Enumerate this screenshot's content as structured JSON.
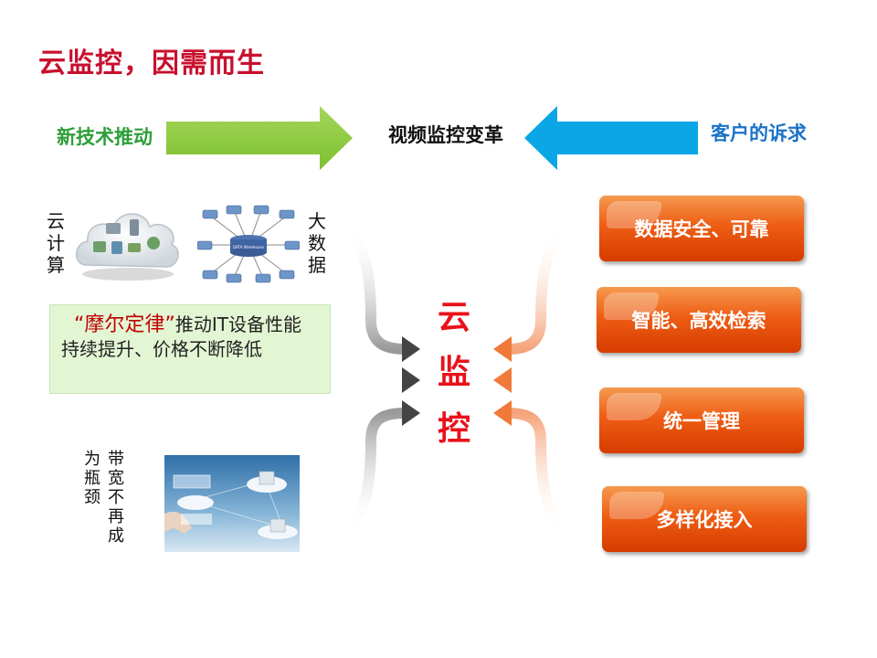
{
  "title": "云监控，因需而生",
  "arrows": {
    "left_label": "新技术推动",
    "center_label": "视频监控变革",
    "right_label": "客户的诉求",
    "left_color": "#8dc63f",
    "right_color": "#0aa6e6"
  },
  "left": {
    "cloud_computing": [
      "云",
      "计",
      "算"
    ],
    "big_data": [
      "大",
      "数",
      "据"
    ],
    "moore_law": {
      "quote_open": "“",
      "name": "摩尔定律",
      "quote_close": "”",
      "text": "推动IT设备性能持续提升、价格不断降低"
    },
    "bandwidth_col1": [
      "为",
      "瓶",
      "颈"
    ],
    "bandwidth_col2": [
      "带",
      "宽",
      "不",
      "再",
      "成"
    ],
    "db_label": "DATA Warehouse"
  },
  "center": [
    "云",
    "监",
    "控"
  ],
  "right": {
    "items": [
      "数据安全、可靠",
      "智能、高效检索",
      "统一管理",
      "多样化接入"
    ],
    "button_color": "#ee5d14"
  }
}
